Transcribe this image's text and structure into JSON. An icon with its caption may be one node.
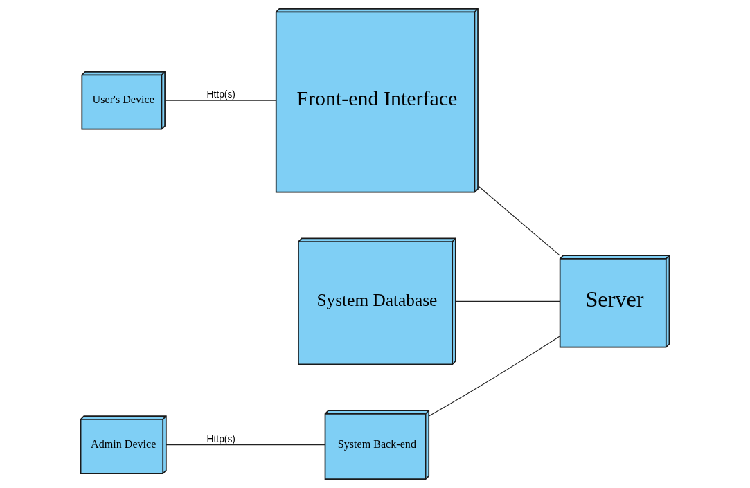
{
  "diagram": {
    "nodes": [
      {
        "text": [
          "User's Device"
        ]
      },
      {
        "text": [
          "Front-end Interface"
        ]
      },
      {
        "text": [
          "System Database"
        ]
      },
      {
        "text": [
          "Admin Device"
        ]
      },
      {
        "text": [
          "System Back-end"
        ]
      },
      {
        "text": [
          "Server"
        ]
      }
    ],
    "edges": [
      {
        "from": 0,
        "to": 1,
        "arrow": "none",
        "label": "Http(s)"
      },
      {
        "from": 1,
        "to": 5,
        "arrow": "none"
      },
      {
        "from": 2,
        "to": 5,
        "arrow": "none"
      },
      {
        "from": 3,
        "to": 4,
        "arrow": "none",
        "label": "Http(s)"
      },
      {
        "from": 4,
        "to": 5,
        "arrow": "none"
      }
    ]
  }
}
